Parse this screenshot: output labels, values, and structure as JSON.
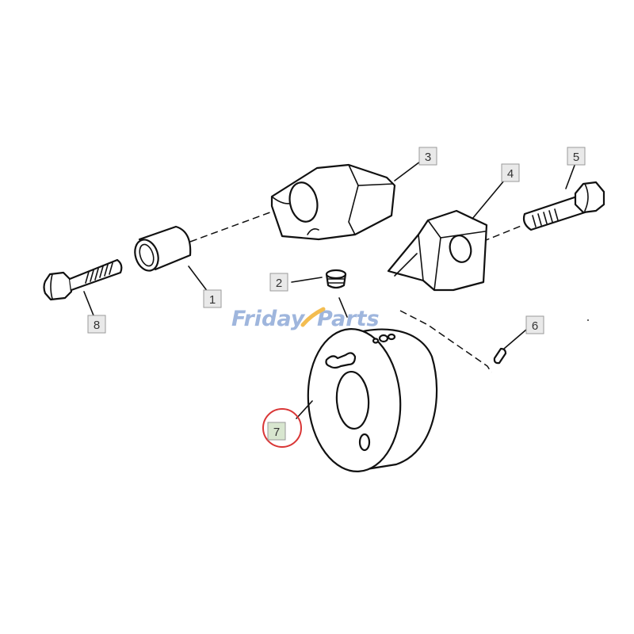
{
  "callouts": [
    {
      "id": "1",
      "label": "1"
    },
    {
      "id": "2",
      "label": "2"
    },
    {
      "id": "3",
      "label": "3"
    },
    {
      "id": "4",
      "label": "4"
    },
    {
      "id": "5",
      "label": "5"
    },
    {
      "id": "6",
      "label": "6"
    },
    {
      "id": "7",
      "label": "7",
      "highlighted": true
    },
    {
      "id": "8",
      "label": "8"
    }
  ],
  "watermark": {
    "part1": "Friday",
    "part2": "Parts"
  },
  "colors": {
    "callout_box": "#e9e9e9",
    "callout_box_highlight": "#d8e6cf",
    "highlight_ring": "#d93636",
    "watermark_blue": "#8faad8",
    "watermark_orange": "#f2b233"
  }
}
